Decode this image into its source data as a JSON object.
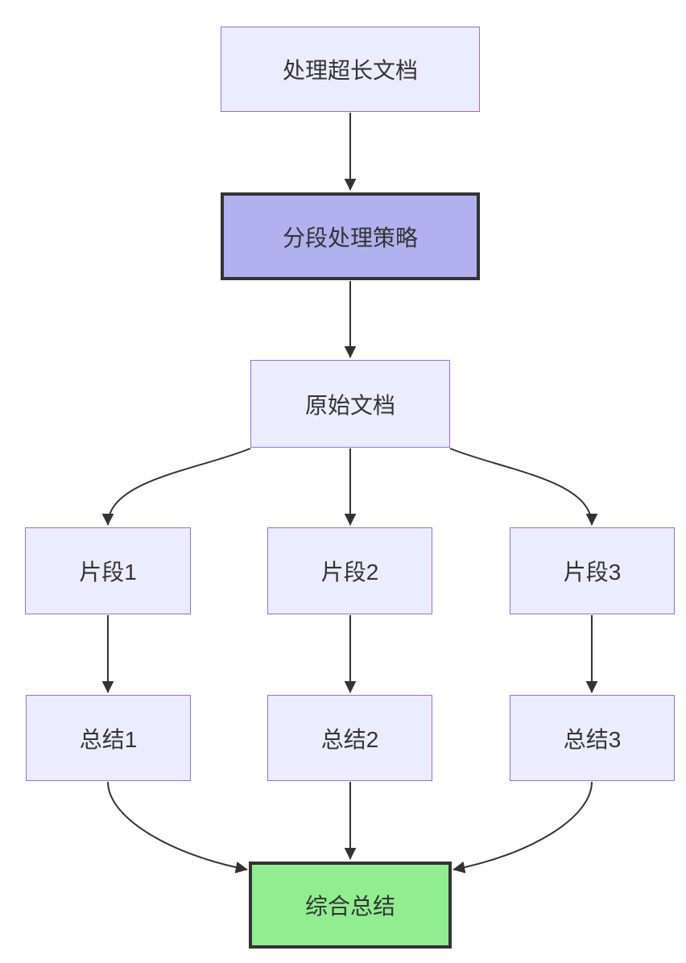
{
  "diagram": {
    "type": "flowchart",
    "direction": "top-down",
    "background": "#FFFFFF",
    "nodes": [
      {
        "id": "A",
        "label": "处理超长文档",
        "style": "default"
      },
      {
        "id": "B",
        "label": "分段处理策略",
        "style": "highlight"
      },
      {
        "id": "C",
        "label": "原始文档",
        "style": "default"
      },
      {
        "id": "D1",
        "label": "片段1",
        "style": "default"
      },
      {
        "id": "D2",
        "label": "片段2",
        "style": "default"
      },
      {
        "id": "D3",
        "label": "片段3",
        "style": "default"
      },
      {
        "id": "E1",
        "label": "总结1",
        "style": "default"
      },
      {
        "id": "E2",
        "label": "总结2",
        "style": "default"
      },
      {
        "id": "E3",
        "label": "总结3",
        "style": "default"
      },
      {
        "id": "F",
        "label": "综合总结",
        "style": "result"
      }
    ],
    "edges": [
      {
        "from": "A",
        "to": "B"
      },
      {
        "from": "B",
        "to": "C"
      },
      {
        "from": "C",
        "to": "D1"
      },
      {
        "from": "C",
        "to": "D2"
      },
      {
        "from": "C",
        "to": "D3"
      },
      {
        "from": "D1",
        "to": "E1"
      },
      {
        "from": "D2",
        "to": "E2"
      },
      {
        "from": "D3",
        "to": "E3"
      },
      {
        "from": "E1",
        "to": "F"
      },
      {
        "from": "E2",
        "to": "F"
      },
      {
        "from": "E3",
        "to": "F"
      }
    ],
    "arrow_style": "filled-triangle",
    "colors": {
      "node_fill": "#ECECFF",
      "node_border": "#9370DB",
      "highlight_fill": "#B1B1F0",
      "highlight_border": "#333333",
      "result_fill": "#90EE90",
      "result_border": "#333333",
      "edge": "#333333",
      "text": "#333333",
      "background": "#FFFFFF"
    }
  }
}
